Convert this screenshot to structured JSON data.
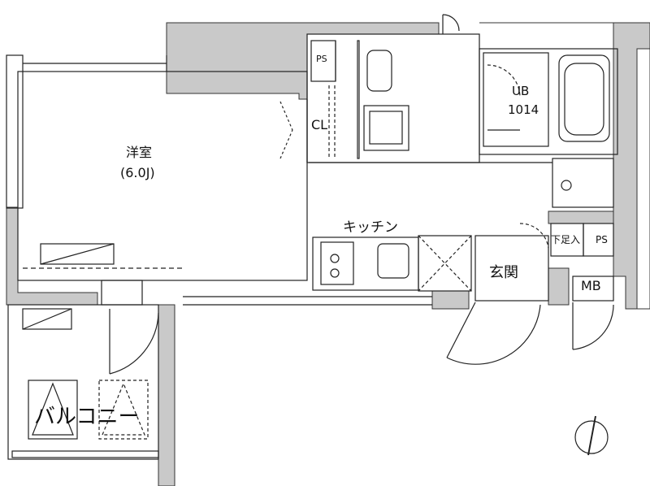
{
  "rooms": {
    "western_room": {
      "name": "洋室",
      "size": "(6.0J)"
    },
    "closet": "CL",
    "pipe_space_bath": "PS",
    "unit_bath": {
      "name": "UB",
      "size": "1014"
    },
    "kitchen": "キッチン",
    "shoe_box": "下足入",
    "pipe_space_entry": "PS",
    "entrance": "玄関",
    "meter_box": "MB",
    "balcony": "バルコニー"
  },
  "colors": {
    "wall": "#c9c9c9",
    "line": "#222222"
  },
  "icons": [
    "north-arrow-icon"
  ]
}
